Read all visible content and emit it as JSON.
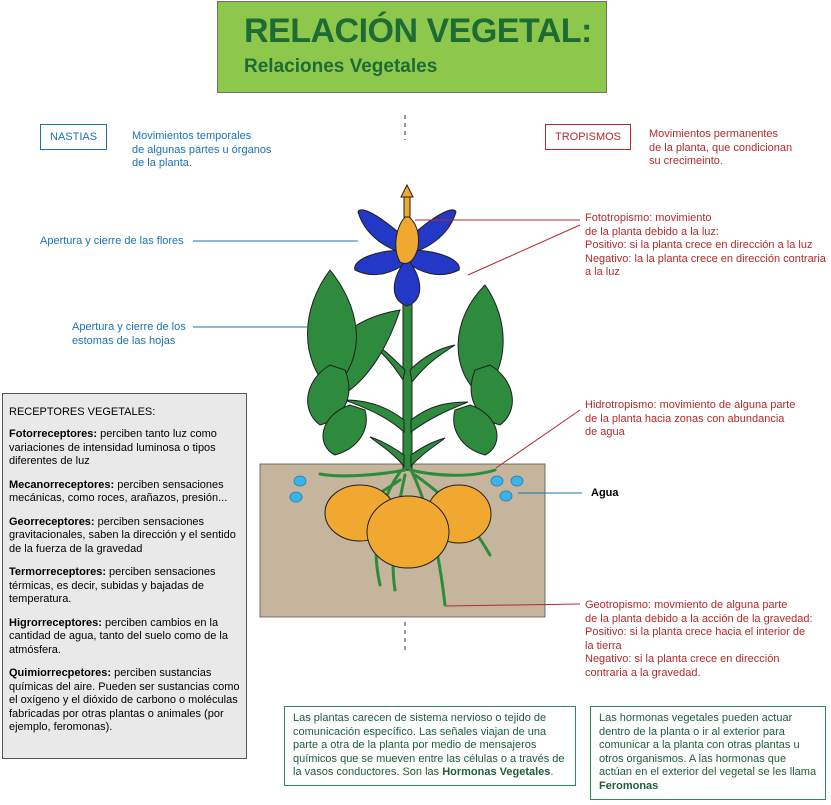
{
  "title": {
    "main": "RELACIÓN VEGETAL:",
    "sub": "Relaciones Vegetales"
  },
  "nastias": {
    "label": "NASTIAS",
    "desc": [
      "Movimientos temporales",
      "de algunas partes u órganos",
      "de la planta."
    ]
  },
  "tropismos": {
    "label": "TROPISMOS",
    "desc": [
      "Movimientos permanentes",
      "de la planta, que condicionan",
      "su crecimeinto."
    ]
  },
  "nastia_flores": "Apertura y cierre de las flores",
  "nastia_estomas": [
    "Apertura y cierre de los",
    "estomas de las hojas"
  ],
  "fototropismo": [
    "Fototropismo: movimiento",
    "de la  planta debido a la luz:",
    "Positivo: si la planta crece en dirección a la luz",
    "Negativo: la la planta crece en dirección contraria",
    "a la luz"
  ],
  "hidrotropismo": [
    "Hidrotropismo: movimiento de alguna parte",
    "de la planta hacia zonas con abundancia",
    "de agua"
  ],
  "agua": "Agua",
  "geotropismo": [
    "Geotropismo: movmiento de alguna parte",
    "de la planta debido a la acción de la gravedad:",
    "Positivo: si la planta crece hacia el interior de",
    "la tierra",
    "Negativo: si la planta crece en dirección",
    "contraria a la gravedad."
  ],
  "receptores": {
    "title": "RECEPTORES VEGETALES:",
    "items": [
      {
        "term": "Fotorreceptores:",
        "text": " perciben tanto luz como variaciones de intensidad luminosa o tipos diferentes de luz"
      },
      {
        "term": "Mecanorreceptores:",
        "text": " perciben sensaciones mecánicas, como roces, arañazos, presión..."
      },
      {
        "term": "Georreceptores:",
        "text": " perciben sensaciones gravitacionales, saben la dirección y el sentido de la fuerza de la gravedad"
      },
      {
        "term": "Termorreceptores:",
        "text": " perciben sensaciones térmicas, es decir, subidas y bajadas de temperatura."
      },
      {
        "term": "Higrorreceptores:",
        "text": " perciben cambios en la cantidad de agua, tanto del suelo como de la atmósfera."
      },
      {
        "term": "Quimiorrecpetores:",
        "text": " perciben sustancias químicas del aire. Pueden ser sustancias como el oxígeno y el dióxido de carbono o moléculas fabricadas por otras plantas o animales (por ejemplo, feromonas)."
      }
    ]
  },
  "hormonas_box": {
    "text": "Las plantas carecen de sistema nervioso o tejido de comunicación específico. Las señales viajan de una parte a otra de la planta por medio de mensajeros químicos que se mueven entre las células o a través de la vasos conductores. Son las ",
    "bold": "Hormonas Vegetales",
    "end": "."
  },
  "feromonas_box": {
    "text": "Las hormonas vegetales pueden actuar dentro de la planta o ir al exterior para comunicar a la planta con otras plantas u otros organismos. A las hormonas que actúan en el exterior del vegetal se les llama ",
    "bold": "Feromonas"
  },
  "colors": {
    "title_bg": "#8dc84d",
    "title_text": "#1e6b36",
    "nastia_blue": "#1a73b5",
    "tropismo_red": "#b52a2a",
    "soil": "#c4b59c",
    "leaf": "#2e8b3e",
    "flower": "#2438c8",
    "potato": "#f0a830"
  }
}
